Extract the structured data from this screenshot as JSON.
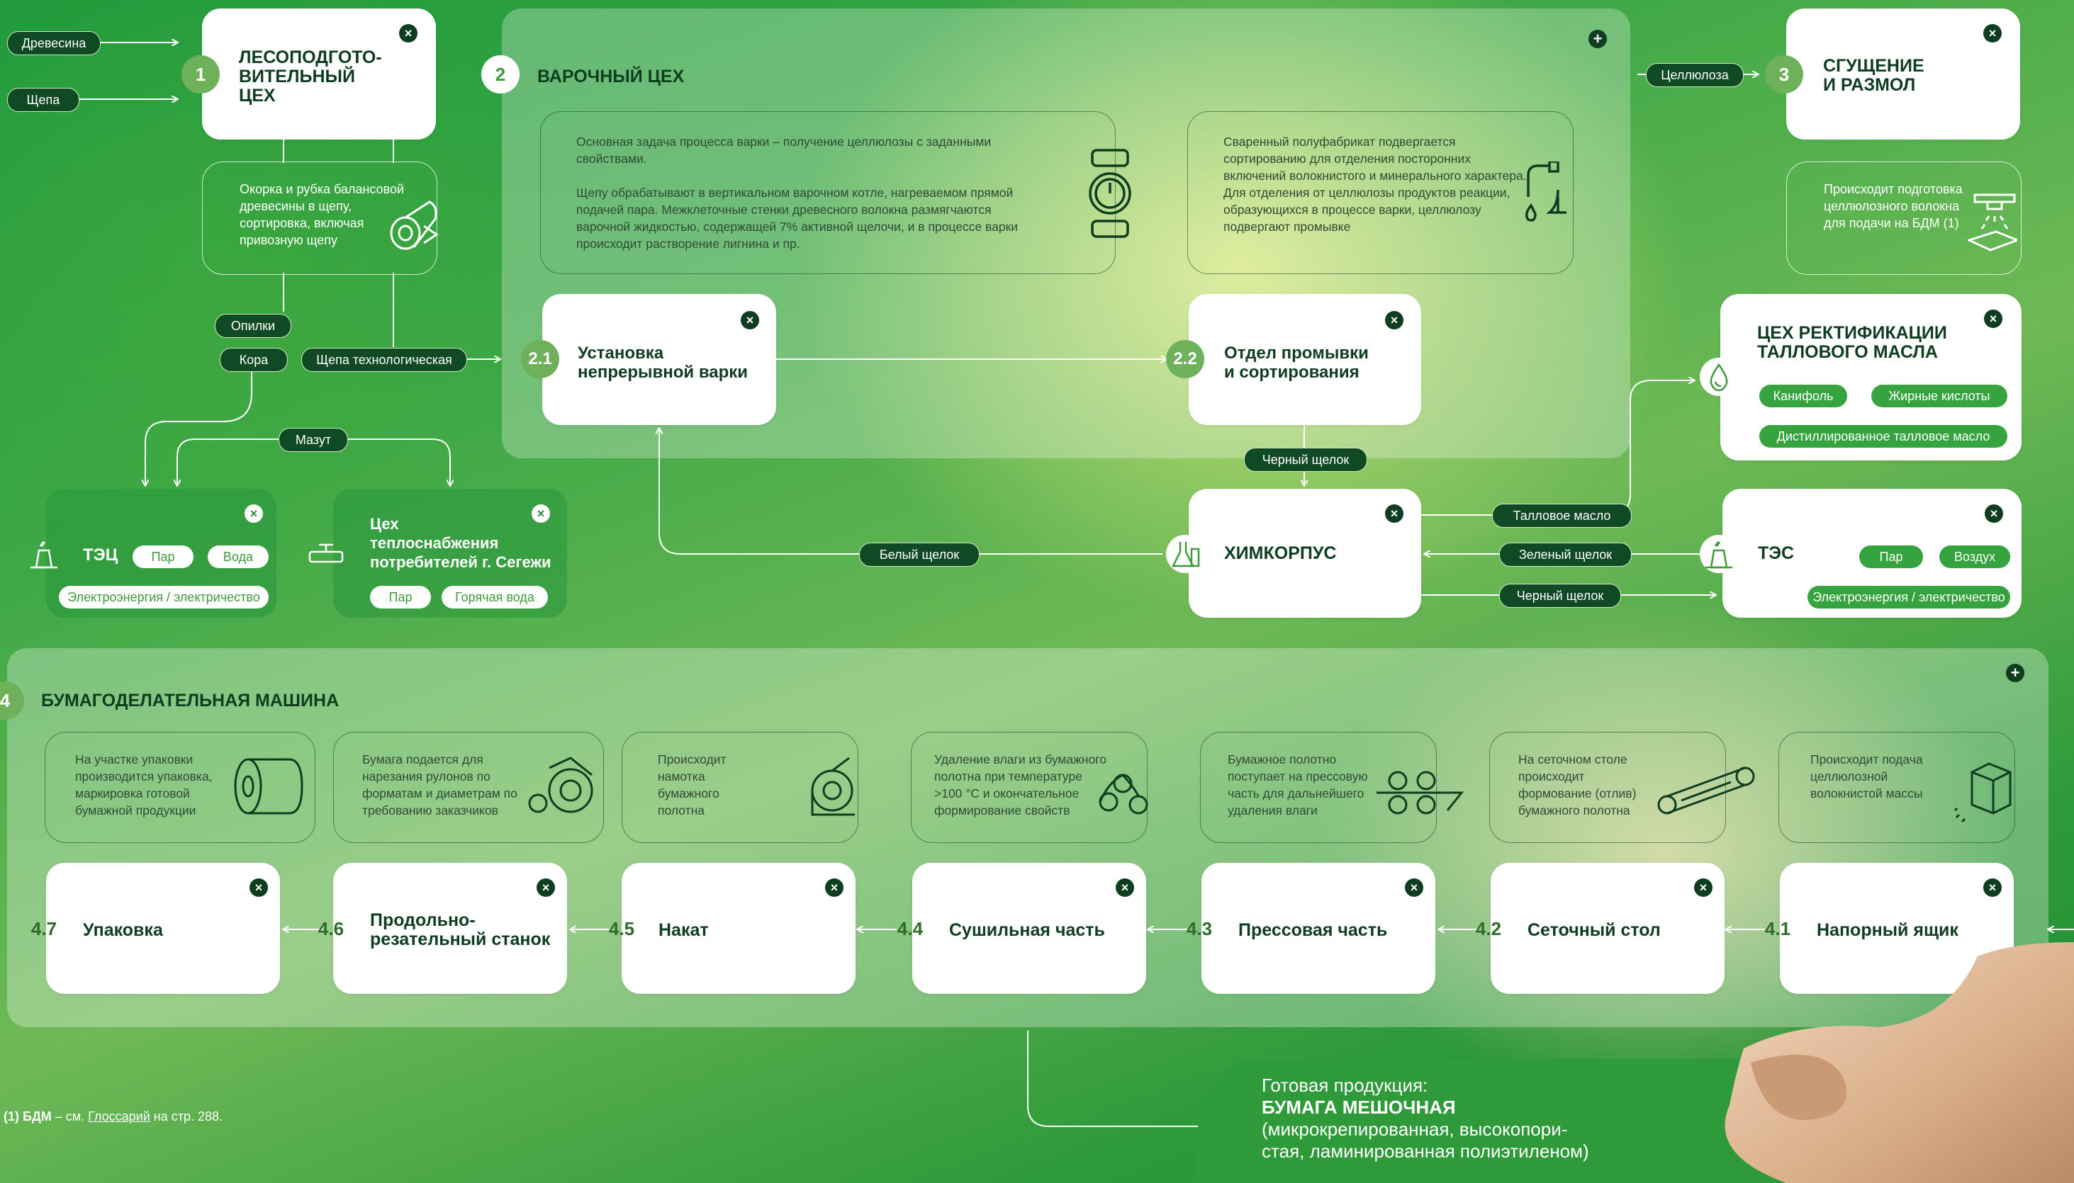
{
  "workshops": {
    "s1": {
      "num": "1",
      "title": "ЛЕСОПОДГОТО-\nВИТЕЛЬНЫЙ\nЦЕХ",
      "desc": "Окорка и рубка балансовой древесины в щепу, сортировка, включая привозную щепу"
    },
    "s2": {
      "num": "2",
      "title": "ВАРОЧНЫЙ ЦЕХ",
      "desc1": "Основная задача процесса варки – получение целлюлозы с заданными свойствами.\n\nЩепу обрабатывают в вертикальном варочном котле, нагреваемом прямой подачей пара. Межклеточные стенки древесного волокна размягчаются варочной жидкостью, содержащей 7% активной щелочи, и в процессе варки происходит растворение лигнина и пр.",
      "desc2": "Сваренный полуфабрикат подвергается сортированию для отделения посторонних включений волокнистого и минерального характера. Для отделения от целлюлозы продуктов реакции, образующихся в процессе варки, целлюлозу подвергают промывке",
      "c21_num": "2.1",
      "c21_title": "Установка\nнепрерывной варки",
      "c22_num": "2.2",
      "c22_title": "Отдел промывки\nи сортирования"
    },
    "s3": {
      "num": "3",
      "title": "СГУЩЕНИЕ\nИ РАЗМОЛ",
      "desc": "Происходит подготовка целлюлозного волокна для подачи на БДМ (1)"
    },
    "talloil": {
      "title": "ЦЕХ РЕКТИФИКАЦИИ\nТАЛЛОВОГО МАСЛА",
      "tags": [
        "Канифоль",
        "Жирные кислоты",
        "Дистиллированное талловое масло"
      ]
    },
    "tec": {
      "title": "ТЭЦ",
      "tags": [
        "Пар",
        "Вода",
        "Электроэнергия / электричество"
      ]
    },
    "heat": {
      "title": "Цех\nтеплоснабжения\nпотребителей г. Сегежи",
      "tags": [
        "Пар",
        "Горячая вода"
      ]
    },
    "chem": {
      "title": "ХИМКОРПУС"
    },
    "tes": {
      "title": "ТЭС",
      "tags": [
        "Пар",
        "Воздух",
        "Электроэнергия / электричество"
      ]
    }
  },
  "flows": {
    "wood": "Древесина",
    "chips": "Щепа",
    "sawdust": "Опилки",
    "bark": "Кора",
    "tech_chips": "Щепа технологическая",
    "mazut": "Мазут",
    "cellulose": "Целлюлоза",
    "black_liquor": "Черный щелок",
    "white_liquor": "Белый щелок",
    "tall_oil": "Талловое масло",
    "green_liquor": "Зеленый щелок",
    "black_liquor2": "Черный щелок"
  },
  "bdm": {
    "num": "4",
    "title": "БУМАГОДЕЛАТЕЛЬНАЯ МАШИНА",
    "stages": [
      {
        "num": "4.7",
        "title": "Упаковка",
        "desc": "На участке упаковки производится упаковка, маркировка готовой бумажной продукции"
      },
      {
        "num": "4.6",
        "title": "Продольно-\nрезательный станок",
        "desc": "Бумага подается для нарезания рулонов по форматам и диаметрам по требованию заказчиков"
      },
      {
        "num": "4.5",
        "title": "Накат",
        "desc": "Происходит намотка бумажного полотна"
      },
      {
        "num": "4.4",
        "title": "Сушильная часть",
        "desc": "Удаление влаги из бумажного полотна при температуре >100 °C и окончательное формирование свойств"
      },
      {
        "num": "4.3",
        "title": "Прессовая часть",
        "desc": "Бумажное полотно поступает на прессовую часть для дальнейшего удаления влаги"
      },
      {
        "num": "4.2",
        "title": "Сеточный стол",
        "desc": "На сеточном столе происходит формование (отлив) бумажного полотна"
      },
      {
        "num": "4.1",
        "title": "Напорный ящик",
        "desc": "Происходит подача целлюлозной волокнистой массы"
      }
    ]
  },
  "product": {
    "line1": "Готовая продукция:",
    "line2": "БУМАГА МЕШОЧНАЯ",
    "line3": "(микрокрепированная, высокопори-\nстая, ламинированная полиэтиленом)"
  },
  "footnote": {
    "mark": "(1)",
    "abbr": "БДМ",
    "text": " – см. ",
    "link": "Глоссарий",
    "tail": " на стр. 288."
  },
  "ui": {
    "close": "×",
    "plus": "+"
  },
  "colors": {
    "dark": "#0e3d20",
    "accent": "#3f9a3a",
    "bg": "#2f9a3a"
  }
}
